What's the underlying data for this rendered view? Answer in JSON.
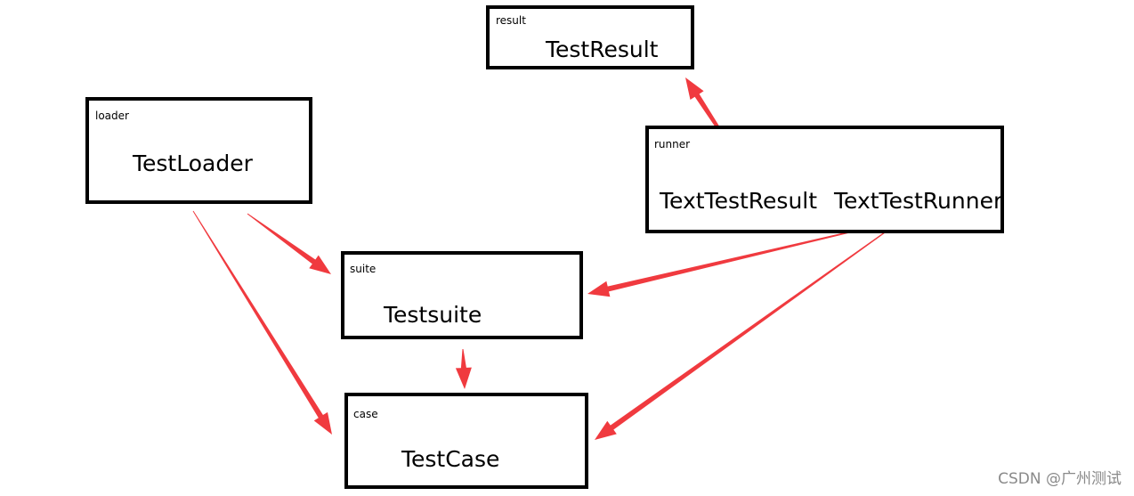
{
  "boxes": {
    "result": {
      "tag": "result",
      "name": "TestResult"
    },
    "loader": {
      "tag": "loader",
      "name": "TestLoader"
    },
    "runner": {
      "tag": "runner",
      "name_left": "TextTestResult",
      "name_right": "TextTestRunner"
    },
    "suite": {
      "tag": "suite",
      "name": "Testsuite"
    },
    "case": {
      "tag": "case",
      "name": "TestCase"
    }
  },
  "arrows": [
    {
      "from": "runner.TextTestResult",
      "to": "result"
    },
    {
      "from": "loader",
      "to": "suite"
    },
    {
      "from": "loader",
      "to": "case"
    },
    {
      "from": "runner.TextTestRunner",
      "to": "suite"
    },
    {
      "from": "runner.TextTestRunner",
      "to": "case"
    },
    {
      "from": "suite",
      "to": "case"
    }
  ],
  "arrow_color": "#f03a3f",
  "watermark": "CSDN @广州测试"
}
